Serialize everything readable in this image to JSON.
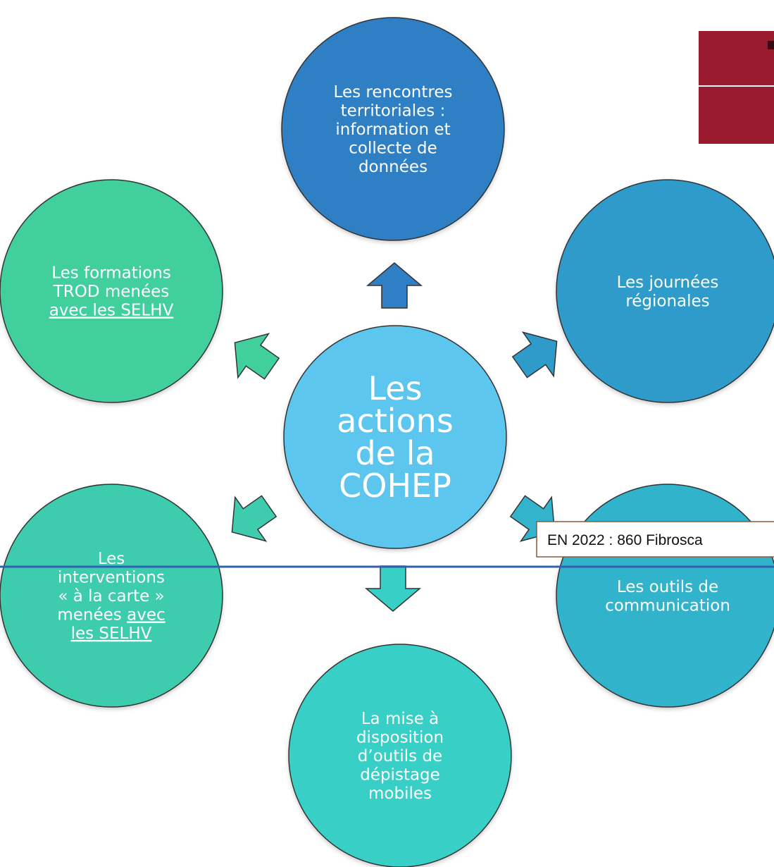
{
  "center": {
    "lines": [
      "Les",
      "actions",
      "de la",
      "COHEP"
    ],
    "color": "#5CC6EE"
  },
  "nodes": [
    {
      "id": "rencontres",
      "lines": [
        {
          "text": "Les rencontres"
        },
        {
          "text": "territoriales :"
        },
        {
          "text": "information et"
        },
        {
          "text": "collecte de"
        },
        {
          "text": "données"
        }
      ],
      "color": "#2F7FC4"
    },
    {
      "id": "journees",
      "lines": [
        {
          "text": "Les journées"
        },
        {
          "text": "régionales"
        }
      ],
      "color": "#2F9BCB"
    },
    {
      "id": "outils-communication",
      "lines": [
        {
          "text": "Les outils de"
        },
        {
          "text": "communication"
        }
      ],
      "color": "#33B3CC"
    },
    {
      "id": "depistage",
      "lines": [
        {
          "text": "La mise à"
        },
        {
          "text": "disposition"
        },
        {
          "text": "d’outils de"
        },
        {
          "text": "dépistage"
        },
        {
          "text": "mobiles"
        }
      ],
      "color": "#38CFC7"
    },
    {
      "id": "interventions",
      "lines": [
        {
          "text": "Les"
        },
        {
          "text": "interventions"
        },
        {
          "text": "« à la carte »"
        },
        {
          "text": "menées ",
          "underlined": "avec"
        },
        {
          "text": "",
          "underlined": "les SELHV"
        }
      ],
      "color": "#3DCCAE"
    },
    {
      "id": "formations",
      "lines": [
        {
          "text": "Les formations"
        },
        {
          "text": "TROD menées"
        },
        {
          "text": "",
          "underlined": "avec les SELHV"
        }
      ],
      "color": "#42CF9E"
    }
  ],
  "arrow_colors": {
    "up": "#2F7FC4",
    "up_right": "#2F9BCB",
    "down_right": "#33B3CC",
    "down": "#38CFC7",
    "down_left": "#3DCCAE",
    "up_left": "#42CF9E"
  },
  "note": {
    "text": "EN 2022 : 860 Fibrosca"
  },
  "logo": {
    "color": "#9B1B2E"
  },
  "divider": {
    "color": "#2E62AE"
  }
}
